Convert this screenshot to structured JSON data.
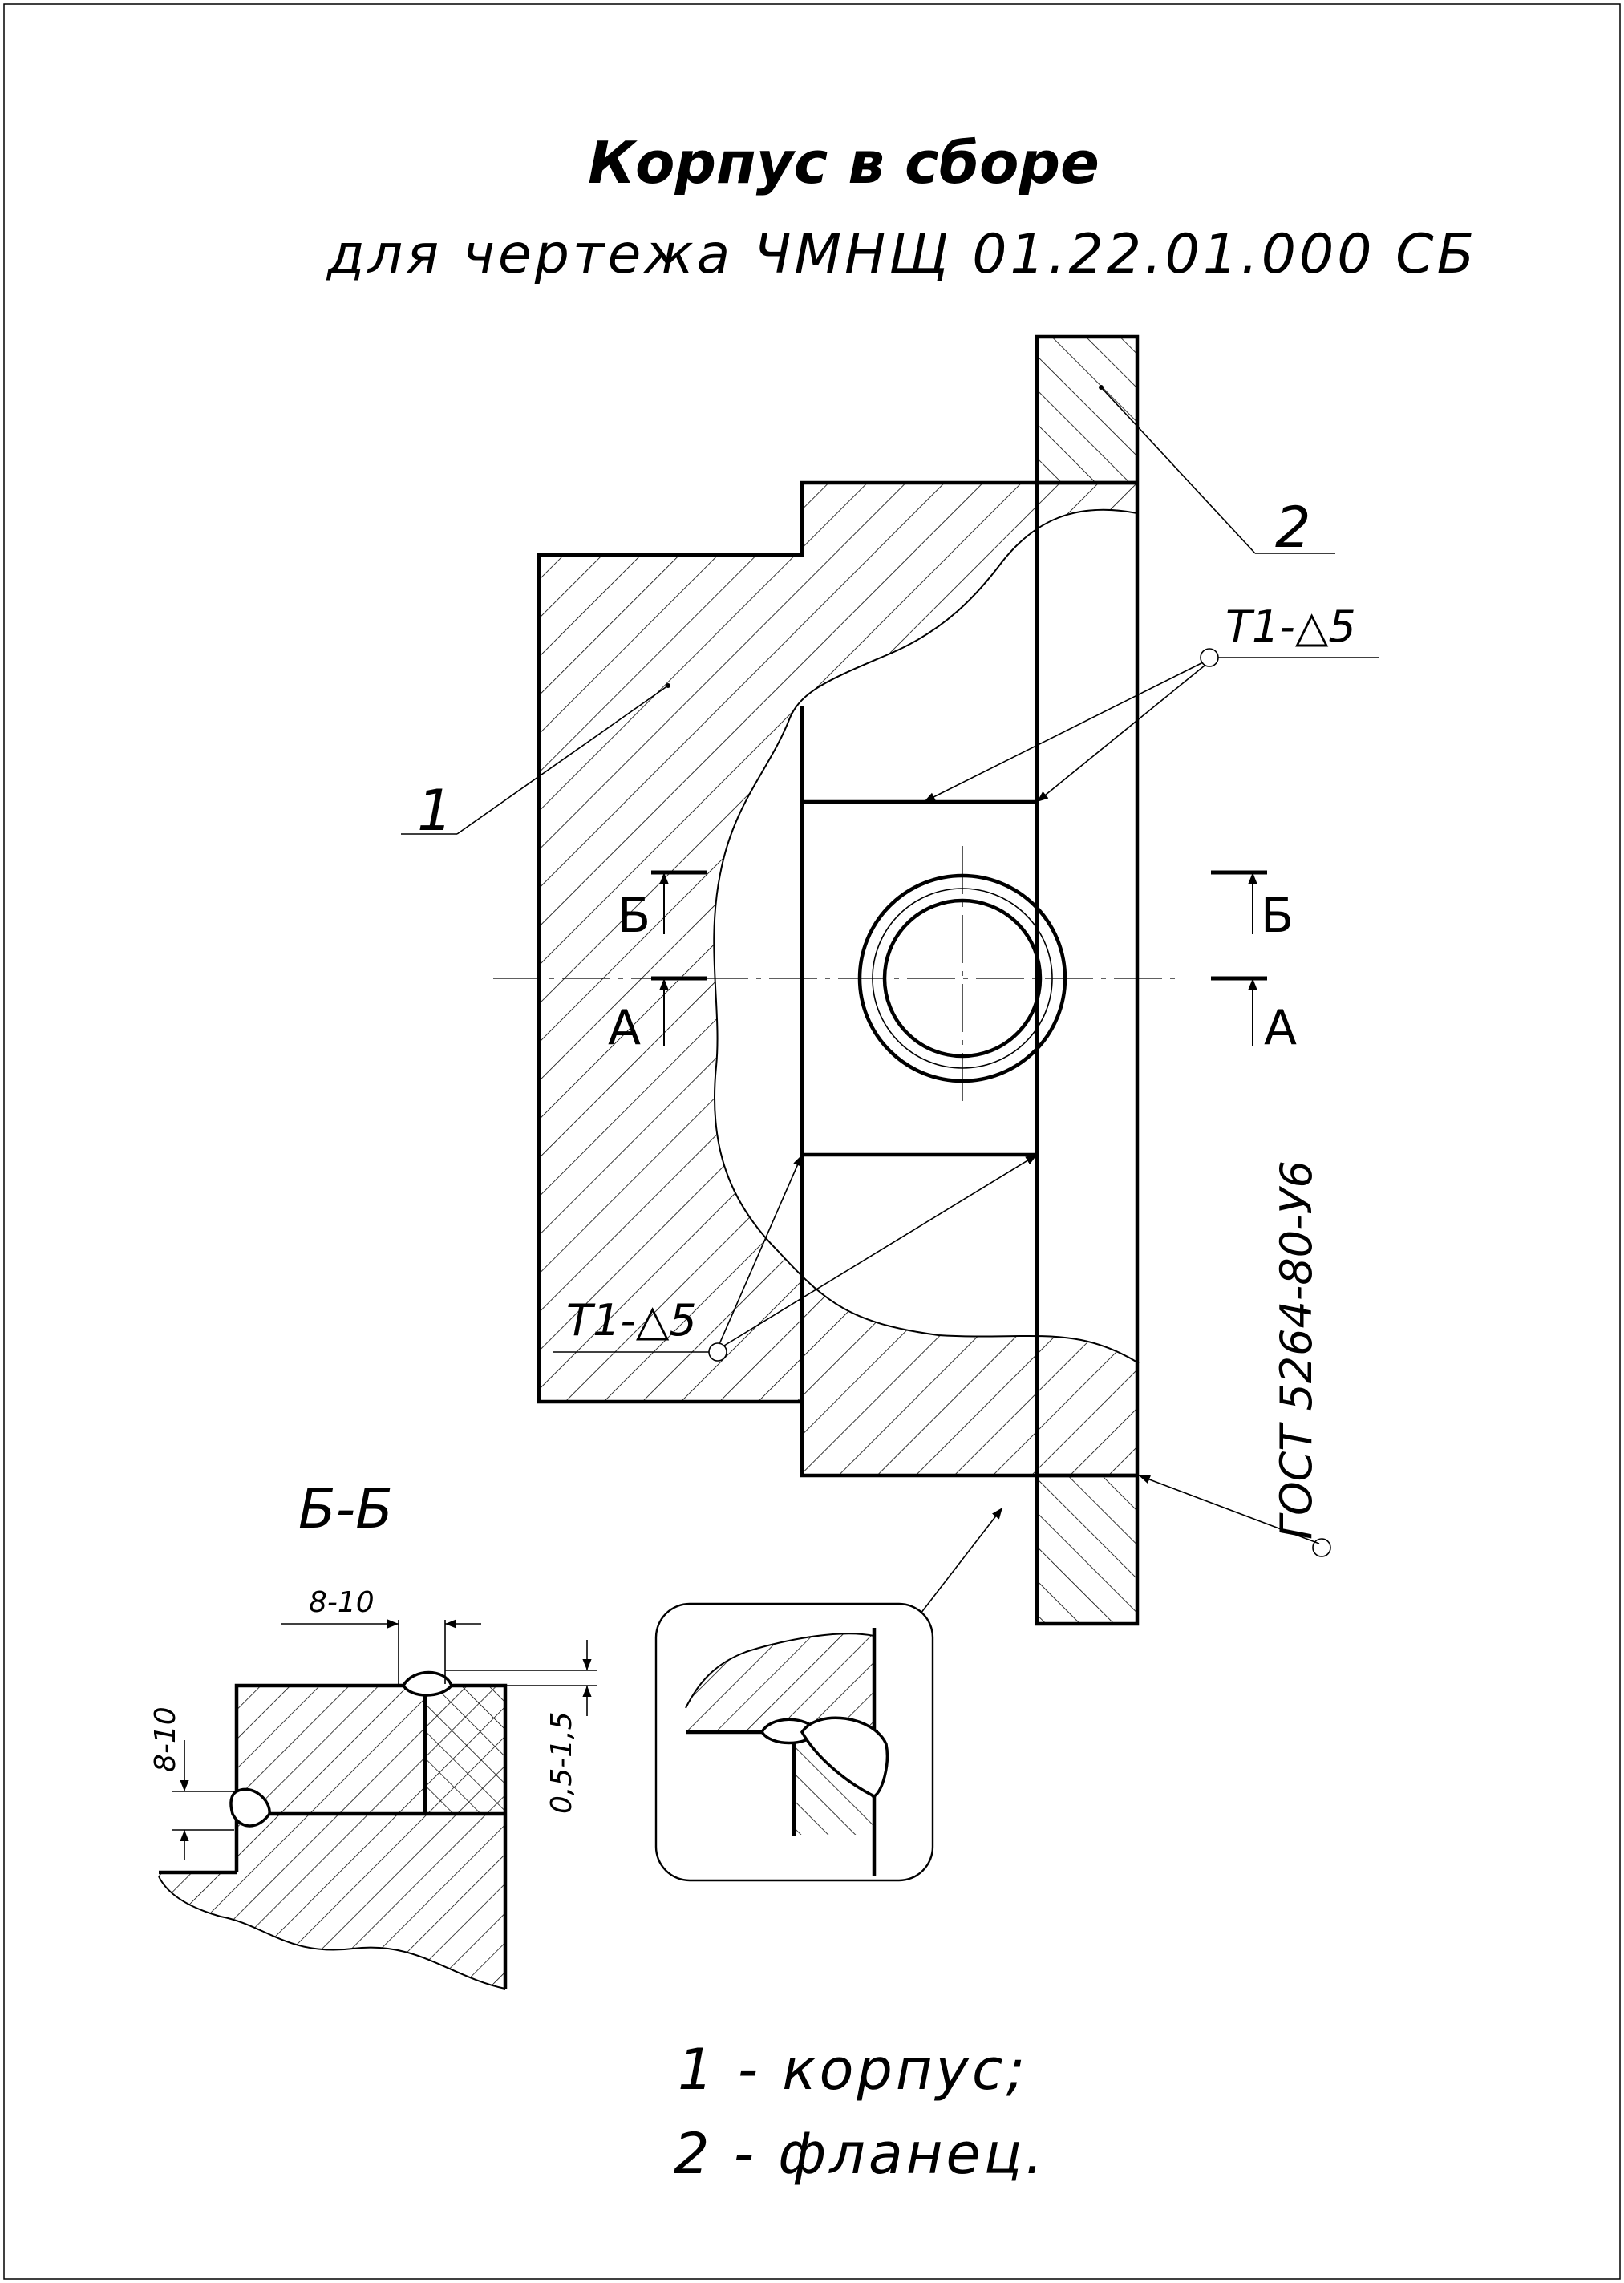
{
  "title": "Корпус в сборе",
  "subtitle": "для чертежа ЧМНЩ 01.22.01.000 СБ",
  "leaders": {
    "part1": "1",
    "part2": "2"
  },
  "weld_marks": {
    "upper": "Т1-△5",
    "lower": "Т1-△5",
    "gost": "ГОСТ 5264-80-У6"
  },
  "section_marks": {
    "b": "Б",
    "a": "А"
  },
  "section_view": {
    "title": "Б-Б",
    "dim_horizontal": "8-10",
    "dim_vertical_left": "8-10",
    "dim_vertical_right": "0,5-1,5"
  },
  "legend": [
    "1 - корпус;",
    "2 - фланец."
  ]
}
